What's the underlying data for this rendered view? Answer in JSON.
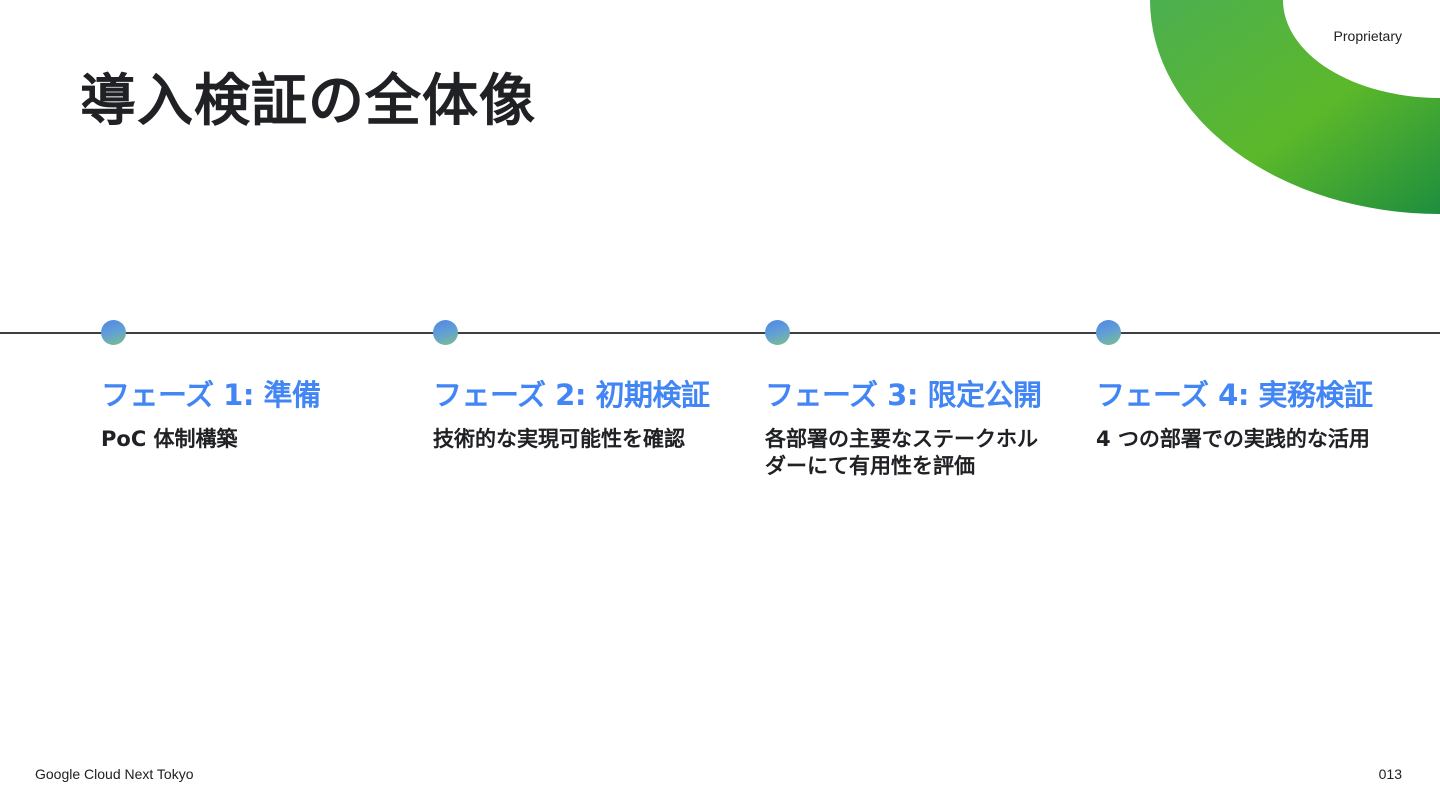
{
  "header": {
    "proprietary_label": "Proprietary",
    "title": "導入検証の全体像"
  },
  "colors": {
    "accent_blue": "#4285f4",
    "arc_green_light": "#6fbf3f",
    "arc_green_dark": "#1e8e3e",
    "text": "#202124"
  },
  "phases": [
    {
      "title": "フェーズ 1: 準備",
      "description": "PoC 体制構築"
    },
    {
      "title": "フェーズ 2: 初期検証",
      "description": "技術的な実現可能性を確認"
    },
    {
      "title": "フェーズ 3: 限定公開",
      "description": "各部署の主要なステークホルダーにて有用性を評価"
    },
    {
      "title": "フェーズ 4: 実務検証",
      "description": "4 つの部署での実践的な活用"
    }
  ],
  "footer": {
    "event": "Google Cloud Next Tokyo",
    "page_number": "013"
  }
}
